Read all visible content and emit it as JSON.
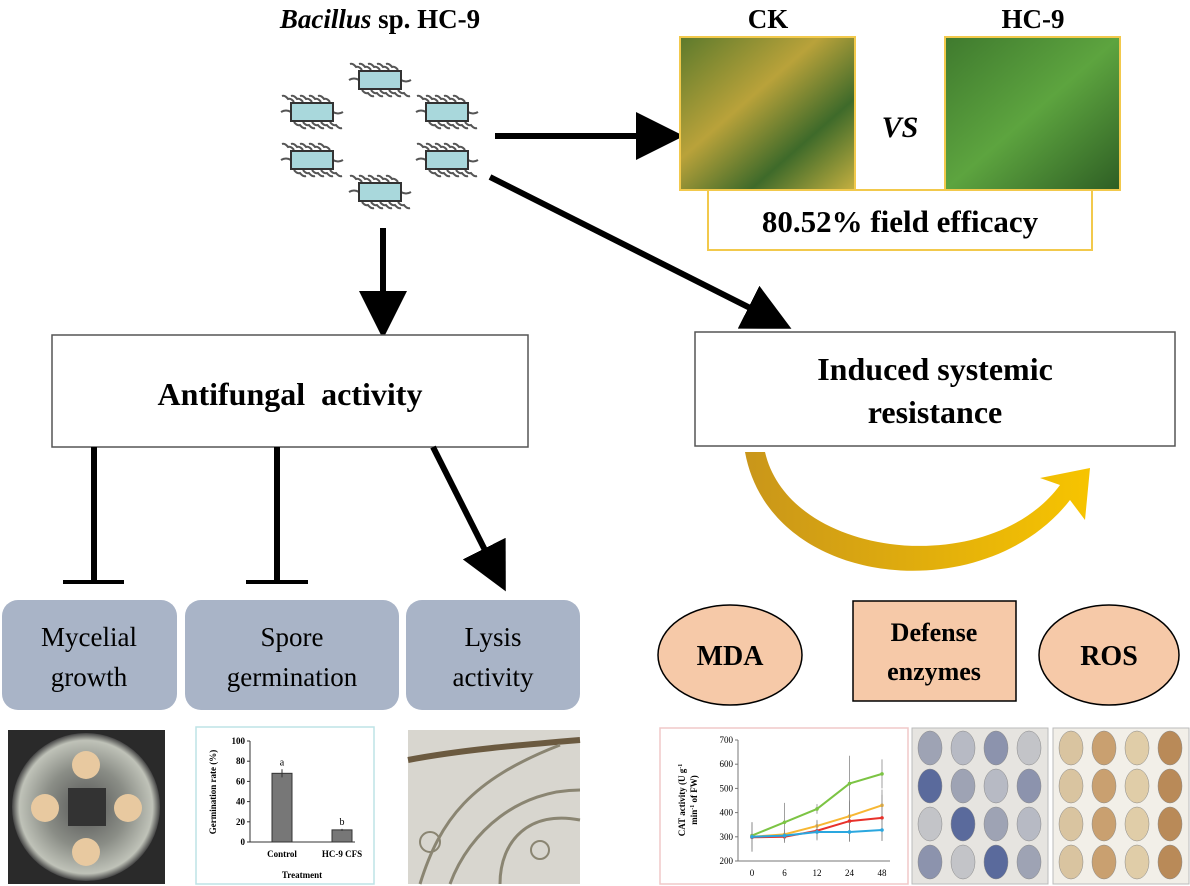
{
  "title": {
    "italic": "Bacillus",
    "rest": " sp. HC-9"
  },
  "field": {
    "ck_label": "CK",
    "hc9_label": "HC-9",
    "vs": "VS",
    "efficacy": "80.52% field efficacy"
  },
  "boxes": {
    "antifungal": "Antifungal  activity",
    "isr_line1": "Induced systemic",
    "isr_line2": "resistance"
  },
  "mechanisms": [
    {
      "line1": "Mycelial",
      "line2": "growth"
    },
    {
      "line1": "Spore",
      "line2": "germination"
    },
    {
      "line1": "Lysis",
      "line2": "activity"
    }
  ],
  "markers": {
    "mda": "MDA",
    "defense_line1": "Defense",
    "defense_line2": "enzymes",
    "ros": "ROS"
  },
  "colors": {
    "mech_box": "#a9b4c7",
    "marker_fill": "#f6c9a8",
    "arrow_start": "#c9961a",
    "arrow_end": "#f7c400",
    "cell": "#a9d8dc"
  },
  "chart_data": [
    {
      "type": "bar",
      "categories": [
        "Control",
        "HC-9 CFS"
      ],
      "values": [
        68,
        12
      ],
      "errors": [
        4,
        1
      ],
      "labels": [
        "a",
        "b"
      ],
      "xlabel": "Treatment",
      "ylabel": "Germination rate (%)",
      "ylim": [
        0,
        100
      ],
      "yticks": [
        0,
        20,
        40,
        60,
        80,
        100
      ]
    },
    {
      "type": "line",
      "x": [
        0,
        6,
        12,
        24,
        48
      ],
      "ylabel_line1": "CAT activity (U g",
      "ylabel_sup1": "-1",
      "ylabel_line2": "min",
      "ylabel_sup2": "-1",
      "ylabel_rest": " of FW)",
      "ylim": [
        200,
        700
      ],
      "yticks": [
        200,
        300,
        400,
        500,
        600,
        700
      ],
      "series": [
        {
          "color": "#7cc444",
          "values": [
            305,
            360,
            415,
            520,
            560
          ],
          "errors": [
            55,
            80,
            20,
            115,
            60
          ]
        },
        {
          "color": "#f7b733",
          "values": [
            300,
            310,
            345,
            385,
            430
          ],
          "errors": [
            60,
            20,
            25,
            60,
            65
          ]
        },
        {
          "color": "#e8312a",
          "values": [
            298,
            300,
            325,
            365,
            378
          ],
          "errors": [
            60,
            25,
            40,
            85,
            95
          ]
        },
        {
          "color": "#2aa7df",
          "values": [
            300,
            305,
            320,
            320,
            328
          ],
          "errors": [
            45,
            20,
            30,
            40,
            45
          ]
        }
      ]
    }
  ]
}
